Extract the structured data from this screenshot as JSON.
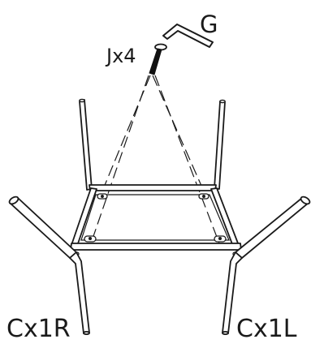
{
  "labels": {
    "allen_key": "G",
    "bolt": "Jx4",
    "leg_right": "Cx1R",
    "leg_left": "Cx1L"
  },
  "colors": {
    "stroke": "#1a1a1a",
    "tube_fill": "#ffffff",
    "bolt_fill": "#111111"
  }
}
